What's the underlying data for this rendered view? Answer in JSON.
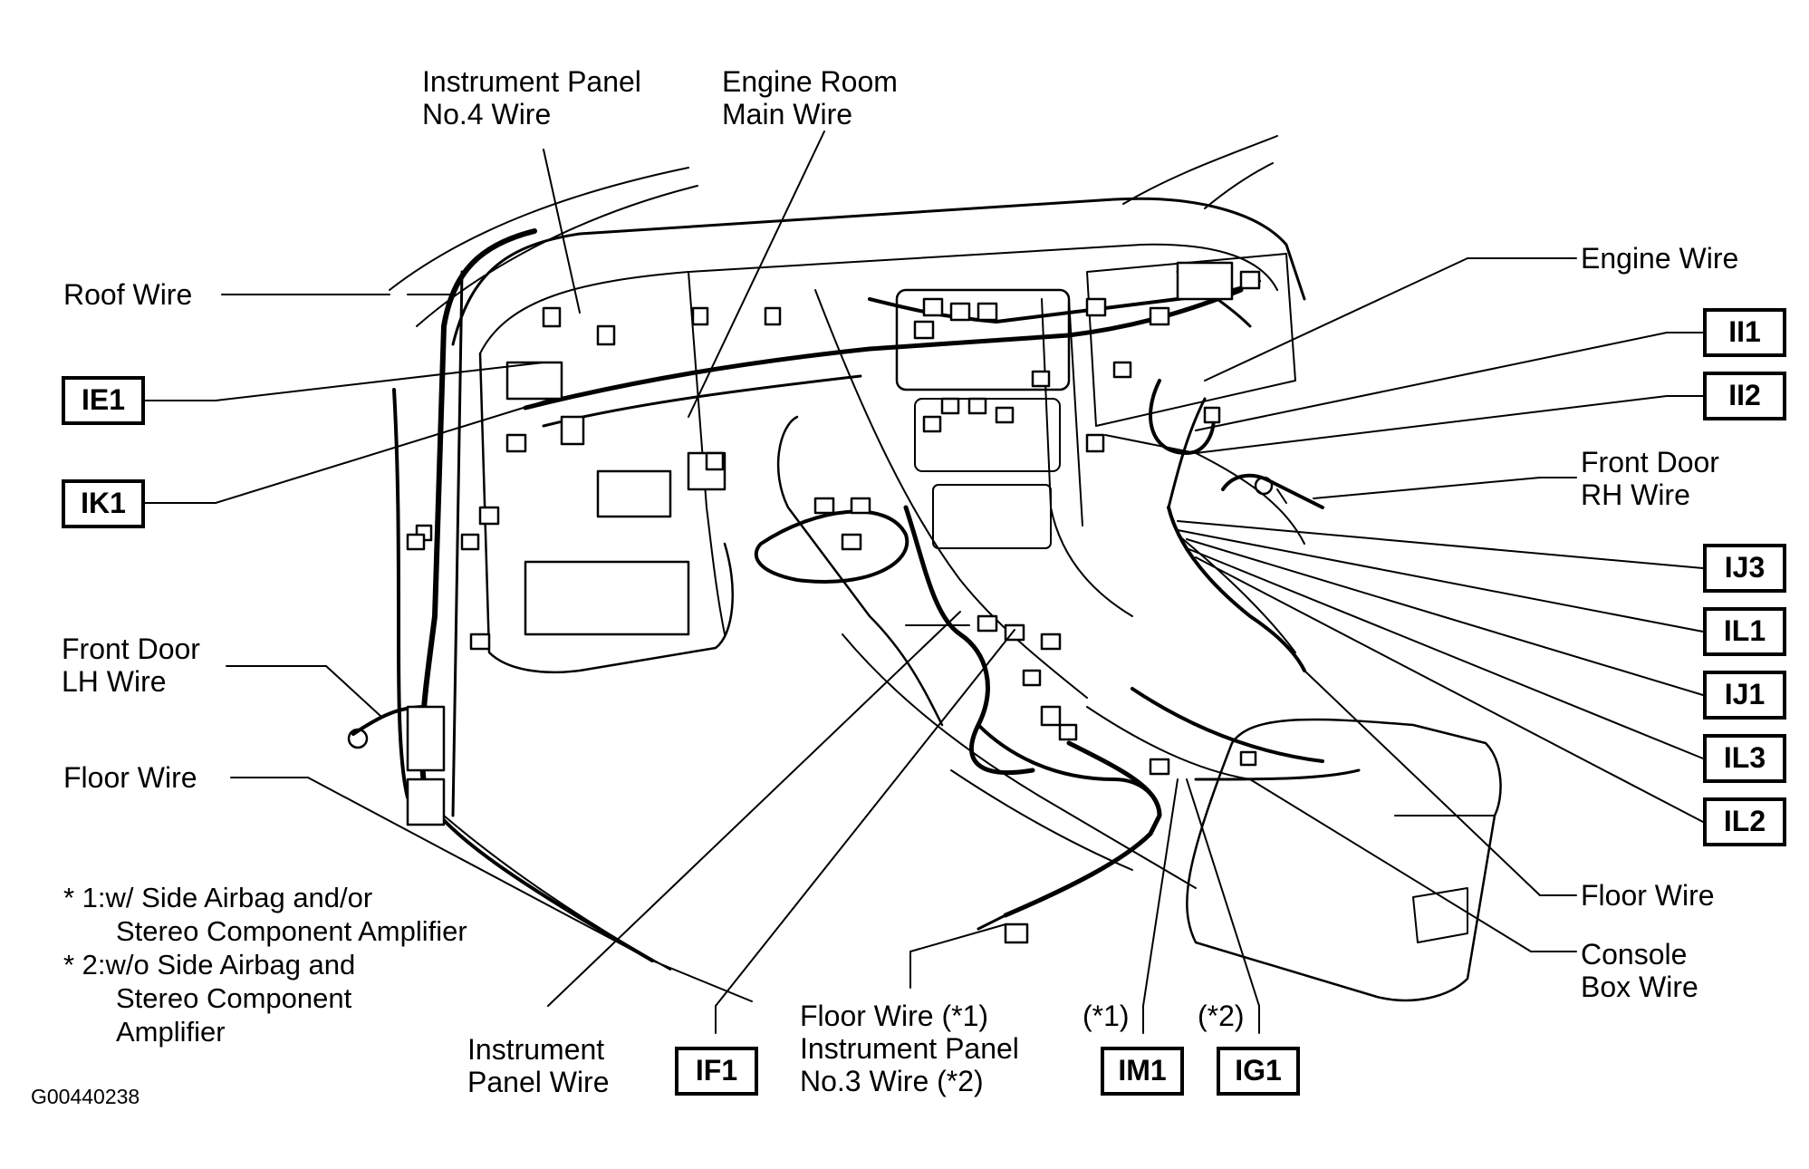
{
  "labels": {
    "instrument_panel_no4": [
      "Instrument Panel",
      "No.4 Wire"
    ],
    "engine_room_main": [
      "Engine Room",
      "Main Wire"
    ],
    "roof": "Roof Wire",
    "engine": "Engine Wire",
    "front_door_rh": [
      "Front Door",
      "RH Wire"
    ],
    "front_door_lh": [
      "Front Door",
      "LH Wire"
    ],
    "floor_left": "Floor Wire",
    "floor_right": "Floor Wire",
    "console_box": [
      "Console",
      "Box Wire"
    ],
    "instrument_panel": [
      "Instrument",
      "Panel Wire"
    ],
    "floor_ip3": [
      "Floor Wire (*1)",
      "Instrument Panel",
      "No.3 Wire (*2)"
    ],
    "star1": "(*1)",
    "star2": "(*2)"
  },
  "connectors": {
    "IE1": "IE1",
    "IK1": "IK1",
    "II1": "II1",
    "II2": "II2",
    "IJ3": "IJ3",
    "IL1": "IL1",
    "IJ1": "IJ1",
    "IL3": "IL3",
    "IL2": "IL2",
    "IF1": "IF1",
    "IM1": "IM1",
    "IG1": "IG1"
  },
  "notes": [
    "* 1:w/ Side Airbag and/or",
    "Stereo Component Amplifier",
    "* 2:w/o Side Airbag and",
    "Stereo Component",
    "Amplifier"
  ],
  "figure_id": "G00440238",
  "colors": {
    "ink": "#000000",
    "paper": "#ffffff"
  }
}
